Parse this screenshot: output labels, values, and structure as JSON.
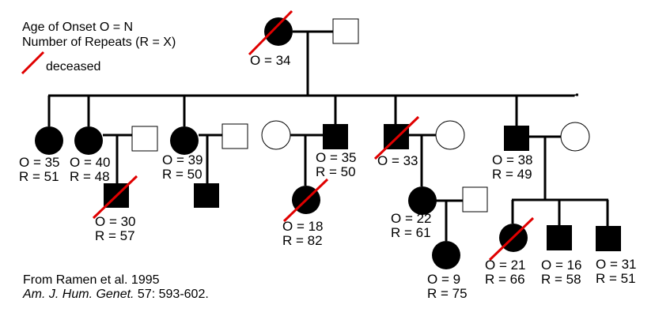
{
  "legend": {
    "onset_line": "Age of Onset O = N",
    "repeats_line": "Number of Repeats (R = X)",
    "deceased_label": "deceased",
    "deceased_color": "#e00000"
  },
  "citation": {
    "line1": "From Ramen et al. 1995",
    "journal": "Am. J. Hum. Genet.",
    "ref": " 57: 593-602."
  },
  "individuals": [
    {
      "id": "I-1",
      "sex": "female",
      "affected": true,
      "deceased": true,
      "onset": "O = 34",
      "repeats": null
    },
    {
      "id": "I-2",
      "sex": "male",
      "affected": false,
      "deceased": false,
      "onset": null,
      "repeats": null
    },
    {
      "id": "II-1",
      "sex": "female",
      "affected": true,
      "deceased": false,
      "onset": "O = 35",
      "repeats": "R = 51"
    },
    {
      "id": "II-2",
      "sex": "female",
      "affected": true,
      "deceased": false,
      "onset": "O = 40",
      "repeats": "R = 48"
    },
    {
      "id": "II-2s",
      "sex": "male",
      "affected": false,
      "deceased": false,
      "onset": null,
      "repeats": null
    },
    {
      "id": "II-3",
      "sex": "female",
      "affected": true,
      "deceased": false,
      "onset": "O = 39",
      "repeats": "R = 50"
    },
    {
      "id": "II-3s",
      "sex": "male",
      "affected": false,
      "deceased": false,
      "onset": null,
      "repeats": null
    },
    {
      "id": "II-4s",
      "sex": "female",
      "affected": false,
      "deceased": false,
      "onset": null,
      "repeats": null
    },
    {
      "id": "II-4",
      "sex": "male",
      "affected": true,
      "deceased": false,
      "onset": "O = 35",
      "repeats": "R = 50"
    },
    {
      "id": "II-5",
      "sex": "male",
      "affected": true,
      "deceased": true,
      "onset": "O = 33",
      "repeats": null
    },
    {
      "id": "II-5s",
      "sex": "female",
      "affected": false,
      "deceased": false,
      "onset": null,
      "repeats": null
    },
    {
      "id": "II-6",
      "sex": "male",
      "affected": true,
      "deceased": false,
      "onset": "O = 38",
      "repeats": "R = 49"
    },
    {
      "id": "II-6s",
      "sex": "female",
      "affected": false,
      "deceased": false,
      "onset": null,
      "repeats": null
    },
    {
      "id": "III-1",
      "sex": "male",
      "affected": true,
      "deceased": true,
      "onset": "O = 30",
      "repeats": "R = 57"
    },
    {
      "id": "III-2",
      "sex": "male",
      "affected": true,
      "deceased": false,
      "onset": null,
      "repeats": null
    },
    {
      "id": "III-3",
      "sex": "female",
      "affected": true,
      "deceased": true,
      "onset": "O = 18",
      "repeats": "R = 82"
    },
    {
      "id": "III-4",
      "sex": "female",
      "affected": true,
      "deceased": false,
      "onset": "O = 22",
      "repeats": "R = 61"
    },
    {
      "id": "III-4s",
      "sex": "male",
      "affected": false,
      "deceased": false,
      "onset": null,
      "repeats": null
    },
    {
      "id": "III-5",
      "sex": "female",
      "affected": true,
      "deceased": true,
      "onset": "O = 21",
      "repeats": "R = 66"
    },
    {
      "id": "III-6",
      "sex": "male",
      "affected": true,
      "deceased": false,
      "onset": "O = 16",
      "repeats": "R = 58"
    },
    {
      "id": "III-7",
      "sex": "male",
      "affected": true,
      "deceased": false,
      "onset": "O = 31",
      "repeats": "R = 51"
    },
    {
      "id": "IV-1",
      "sex": "female",
      "affected": true,
      "deceased": false,
      "onset": "O = 9",
      "repeats": "R = 75"
    }
  ]
}
